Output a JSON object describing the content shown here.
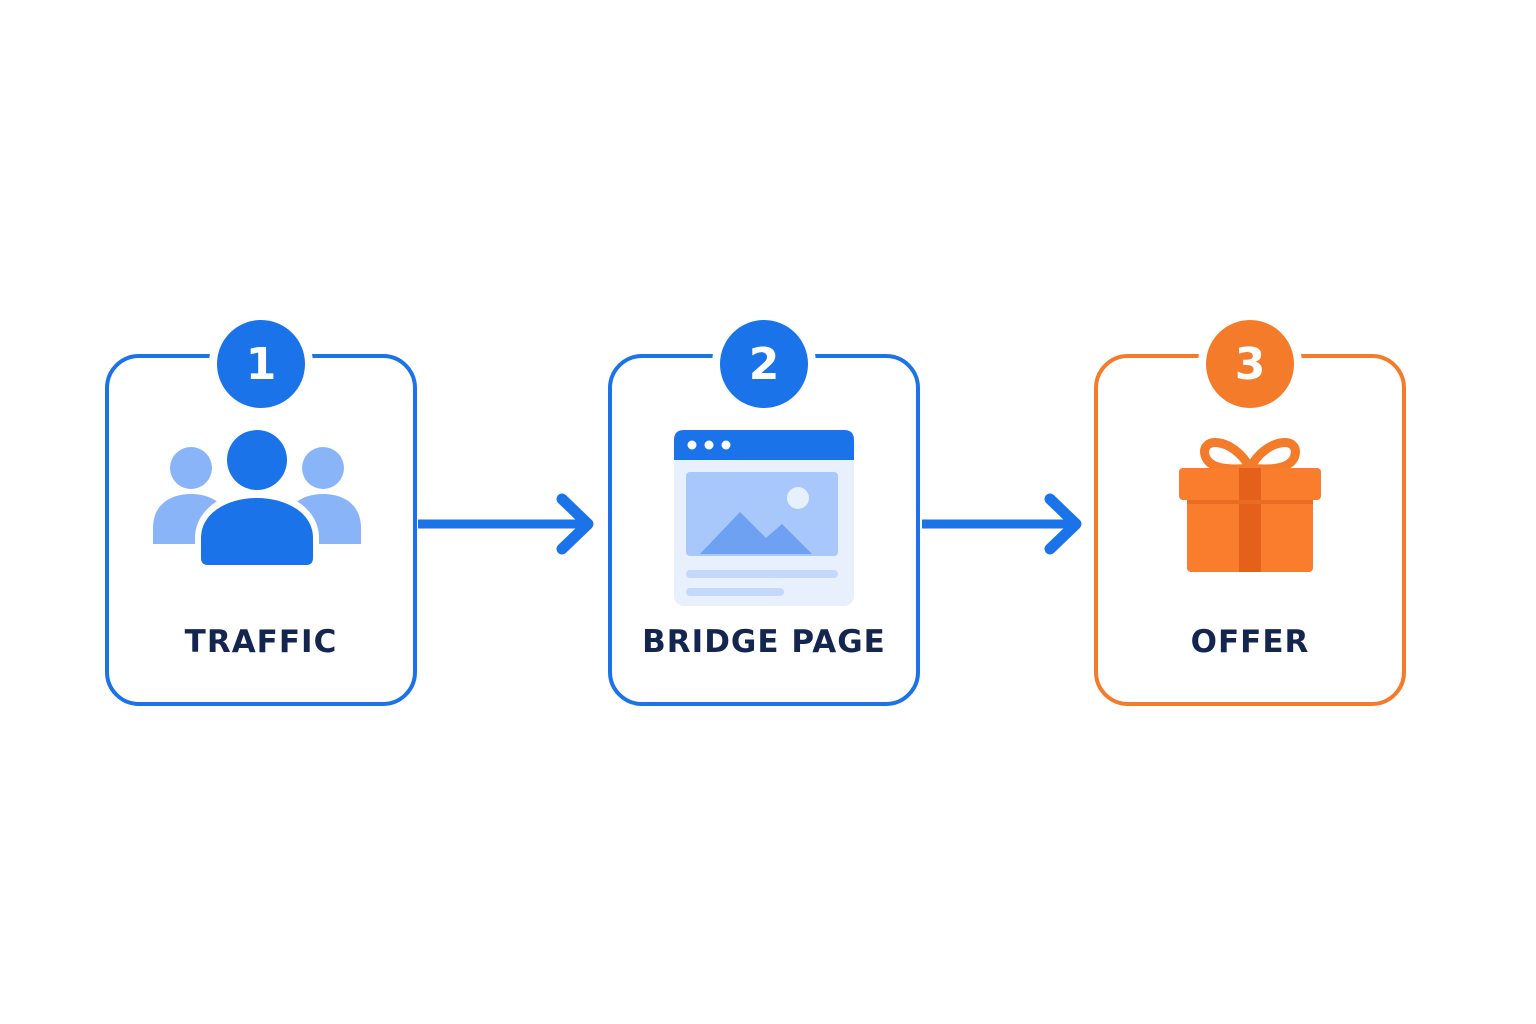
{
  "colors": {
    "primary_blue": "#1a73e8",
    "light_blue": "#8ab4f8",
    "accent_orange": "#f47b2a",
    "label_navy": "#14264f"
  },
  "steps": [
    {
      "number": "1",
      "label": "TRAFFIC",
      "icon": "people-group-icon"
    },
    {
      "number": "2",
      "label": "BRIDGE PAGE",
      "icon": "webpage-icon"
    },
    {
      "number": "3",
      "label": "OFFER",
      "icon": "gift-icon"
    }
  ]
}
